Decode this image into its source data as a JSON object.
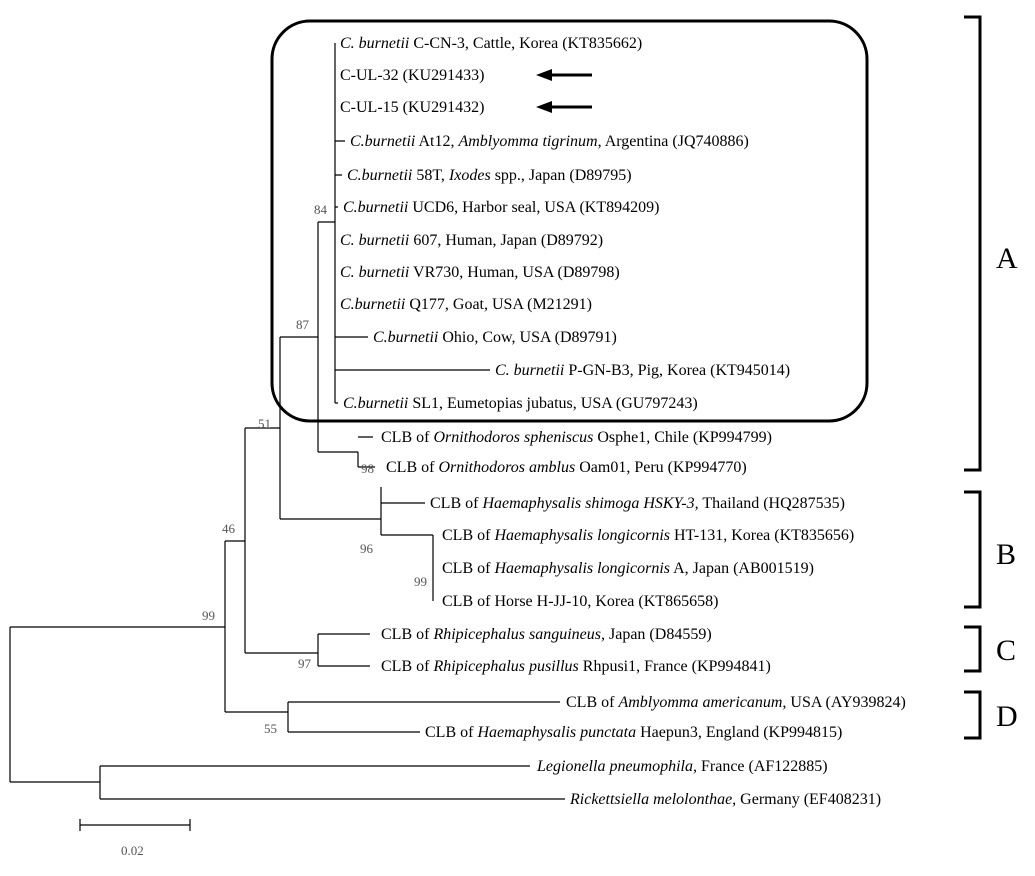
{
  "leaves": [
    {
      "id": "t1",
      "segments": [
        {
          "text": "C. burnetii",
          "italic": true
        },
        {
          "text": " C-CN-3, Cattle, Korea (KT835662)"
        }
      ]
    },
    {
      "id": "t2",
      "segments": [
        {
          "text": "C-UL-32 (KU291433)"
        }
      ]
    },
    {
      "id": "t3",
      "segments": [
        {
          "text": "C-UL-15 (KU291432)"
        }
      ]
    },
    {
      "id": "t4",
      "segments": [
        {
          "text": "C.burnetii",
          "italic": true
        },
        {
          "text": "  At12, "
        },
        {
          "text": "Amblyomma tigrinum",
          "italic": true
        },
        {
          "text": ", Argentina (JQ740886)"
        }
      ]
    },
    {
      "id": "t5",
      "segments": [
        {
          "text": "C.burnetii",
          "italic": true
        },
        {
          "text": " 58T, "
        },
        {
          "text": "Ixodes",
          "italic": true
        },
        {
          "text": " spp., Japan (D89795)"
        }
      ]
    },
    {
      "id": "t6",
      "segments": [
        {
          "text": "C.burnetii",
          "italic": true
        },
        {
          "text": " UCD6, Harbor seal, USA (KT894209)"
        }
      ]
    },
    {
      "id": "t7",
      "segments": [
        {
          "text": "C. burnetii",
          "italic": true
        },
        {
          "text": " 607, Human, Japan (D89792)"
        }
      ]
    },
    {
      "id": "t8",
      "segments": [
        {
          "text": "C. burnetii",
          "italic": true
        },
        {
          "text": " VR730, Human, USA (D89798)"
        }
      ]
    },
    {
      "id": "t9",
      "segments": [
        {
          "text": "C.burnetii",
          "italic": true
        },
        {
          "text": " Q177, Goat, USA (M21291)"
        }
      ]
    },
    {
      "id": "t10",
      "segments": [
        {
          "text": "C.burnetii",
          "italic": true
        },
        {
          "text": " Ohio, Cow, USA (D89791)"
        }
      ]
    },
    {
      "id": "t11",
      "segments": [
        {
          "text": "C. burnetii",
          "italic": true
        },
        {
          "text": " P-GN-B3, Pig, Korea (KT945014)"
        }
      ]
    },
    {
      "id": "t12",
      "segments": [
        {
          "text": "C.burnetii",
          "italic": true
        },
        {
          "text": " SL1, Eumetopias jubatus, USA (GU797243)"
        }
      ]
    },
    {
      "id": "t13",
      "segments": [
        {
          "text": "CLB of "
        },
        {
          "text": "Ornithodoros spheniscus",
          "italic": true
        },
        {
          "text": " Osphe1, Chile (KP994799)"
        }
      ]
    },
    {
      "id": "t14",
      "segments": [
        {
          "text": "CLB of "
        },
        {
          "text": "Ornithodoros amblus",
          "italic": true
        },
        {
          "text": " Oam01, Peru (KP994770)"
        }
      ]
    },
    {
      "id": "t15",
      "segments": [
        {
          "text": "CLB of "
        },
        {
          "text": "Haemaphysalis shimoga",
          "italic": true
        },
        {
          "text": " HSKY-3,",
          "italic": true
        },
        {
          "text": " Thailand (HQ287535)"
        }
      ]
    },
    {
      "id": "t16",
      "segments": [
        {
          "text": "CLB of "
        },
        {
          "text": "Haemaphysalis longicornis",
          "italic": true
        },
        {
          "text": " HT-131, Korea (KT835656)"
        }
      ]
    },
    {
      "id": "t17",
      "segments": [
        {
          "text": "CLB of "
        },
        {
          "text": "Haemaphysalis longicornis",
          "italic": true
        },
        {
          "text": " A, Japan (AB001519)"
        }
      ]
    },
    {
      "id": "t18",
      "segments": [
        {
          "text": "CLB of Horse H-JJ-10, Korea (KT865658)"
        }
      ]
    },
    {
      "id": "t19",
      "segments": [
        {
          "text": "CLB of "
        },
        {
          "text": "Rhipicephalus sanguineus,",
          "italic": true
        },
        {
          "text": " Japan (D84559)"
        }
      ]
    },
    {
      "id": "t20",
      "segments": [
        {
          "text": "CLB of "
        },
        {
          "text": "Rhipicephalus pusillus",
          "italic": true
        },
        {
          "text": " Rhpusi1, France (KP994841)"
        }
      ]
    },
    {
      "id": "t21",
      "segments": [
        {
          "text": "CLB of "
        },
        {
          "text": "Amblyomma americanum,",
          "italic": true
        },
        {
          "text": " USA (AY939824)"
        }
      ]
    },
    {
      "id": "t22",
      "segments": [
        {
          "text": "CLB of "
        },
        {
          "text": "Haemaphysalis punctata",
          "italic": true
        },
        {
          "text": " Haepun3, England (KP994815)"
        }
      ]
    },
    {
      "id": "t23",
      "segments": [
        {
          "text": "Legionella pneumophila,",
          "italic": true
        },
        {
          "text": " France (AF122885)"
        }
      ]
    },
    {
      "id": "t24",
      "segments": [
        {
          "text": "Rickettsiella melolonthae,",
          "italic": true
        },
        {
          "text": " Germany (EF408231)"
        }
      ]
    }
  ],
  "bootstrap_values": [
    "84",
    "87",
    "98",
    "51",
    "96",
    "99",
    "46",
    "97",
    "99",
    "55"
  ],
  "highlighted_leaves": [
    "t2",
    "t3"
  ],
  "clades": [
    {
      "label": "A",
      "leaves": [
        "t1",
        "t14"
      ]
    },
    {
      "label": "B",
      "leaves": [
        "t15",
        "t18"
      ]
    },
    {
      "label": "C",
      "leaves": [
        "t19",
        "t20"
      ]
    },
    {
      "label": "D",
      "leaves": [
        "t21",
        "t22"
      ]
    }
  ],
  "scale_bar": {
    "label": "0.02",
    "value": 0.02
  }
}
